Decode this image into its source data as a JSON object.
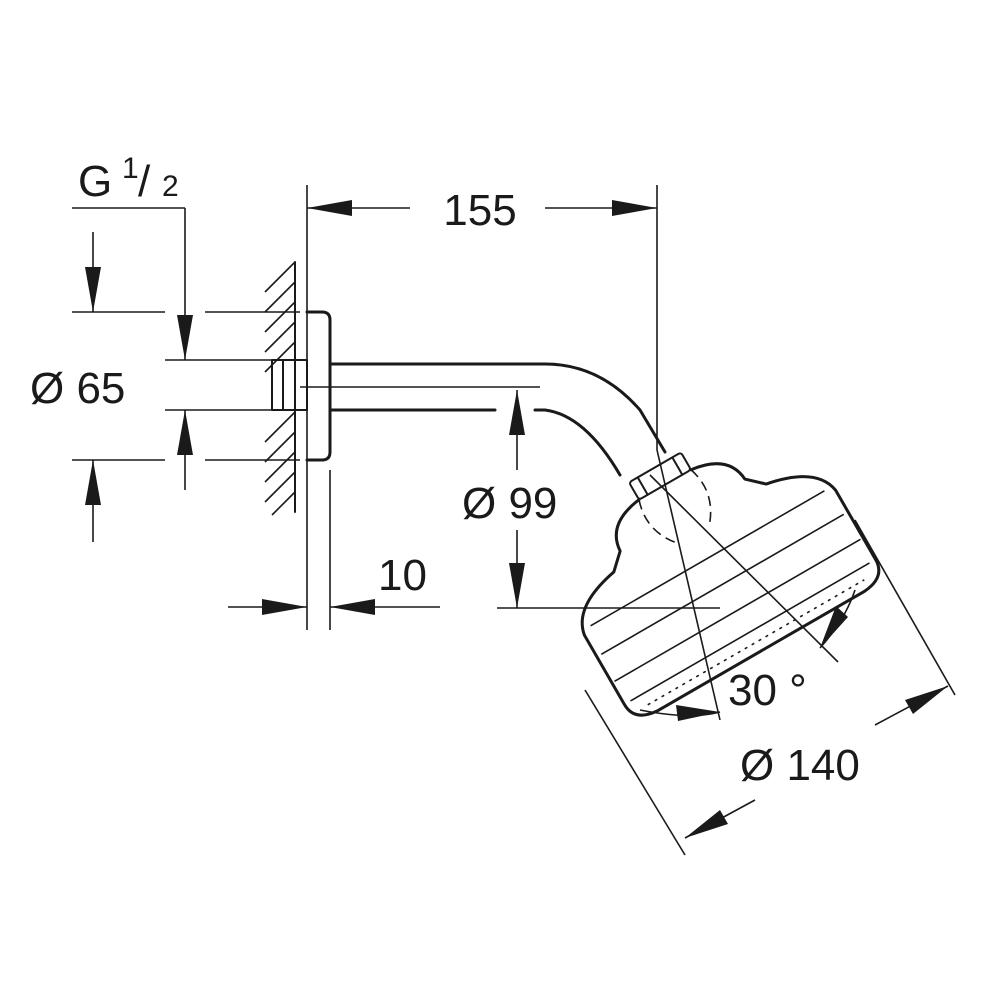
{
  "colors": {
    "line": "#1a1a1a",
    "background": "#ffffff"
  },
  "dimensions": {
    "thread": {
      "prefix": "G",
      "numerator": "1",
      "slash": "/",
      "denominator": "2"
    },
    "arm_length": "155",
    "flange_diameter": "Ø 65",
    "head_drop": "Ø 99",
    "wall_offset": "10",
    "tilt_angle": "30 °",
    "head_diameter": "Ø 140"
  }
}
